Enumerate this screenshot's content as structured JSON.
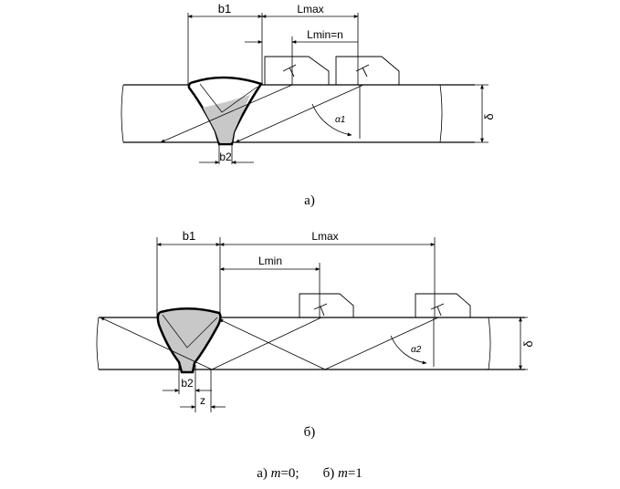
{
  "labels": {
    "a_b1": "b1",
    "a_lmax": "Lmax",
    "a_lmin": "Lmin=n",
    "a_b2": "b2",
    "a_alpha": "α1",
    "a_delta": "δ",
    "b_b1": "b1",
    "b_lmax": "Lmax",
    "b_lmin": "Lmin",
    "b_b2": "b2",
    "b_z": "z",
    "b_alpha": "α2",
    "b_delta": "δ"
  },
  "captions": {
    "a": "а)",
    "b": "б)",
    "bottom_a_prefix": "а) ",
    "bottom_a_var": "m",
    "bottom_a_value": "=0;",
    "bottom_b_prefix": "б) ",
    "bottom_b_var": "m",
    "bottom_b_value": "=1"
  },
  "colors": {
    "line": "#000000",
    "weld_fill": "#c8c8c8",
    "background": "#ffffff"
  }
}
